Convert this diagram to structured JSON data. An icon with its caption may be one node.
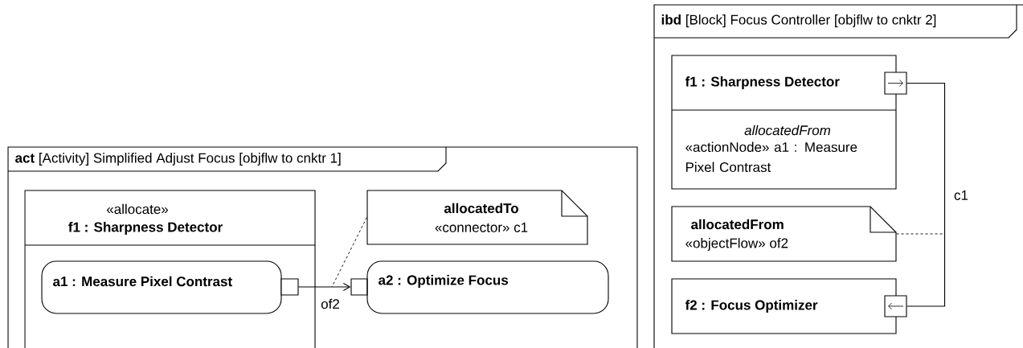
{
  "diagram": {
    "nodes": [
      {
        "text": [
          "**act** [Activity] Simplified Adjust Focus [objflw to cnktr 1]"
        ]
      },
      {
        "text": [
          "«allocate»",
          "f1 : Sharpness Detector"
        ],
        "in": 0
      },
      {
        "text": [
          "a1 : Measure Pixel Contrast"
        ],
        "in": 1
      },
      {
        "text": [],
        "shape": "box",
        "in": 1
      },
      {
        "text": [],
        "shape": "box",
        "in": 0
      },
      {
        "text": [
          "a2 : Optimize Focus"
        ],
        "in": 0
      },
      {
        "text": [
          "allocatedTo",
          "«connector» c1"
        ],
        "in": 0
      },
      {
        "text": [
          "**ibd** [Block] Focus Controller [objflw to cnktr 2]"
        ]
      },
      {
        "text": [
          "f1 : Sharpness Detector",
          "allocatedFrom",
          "«actionNode» a1 : Measure Pixel Contrast"
        ],
        "in": 7
      },
      {
        "text": [],
        "shape": "box",
        "in": 7
      },
      {
        "text": [
          "allocatedFrom",
          "«objectFlow» of2"
        ],
        "in": 7
      },
      {
        "text": [
          "f2 : Focus Optimizer"
        ],
        "in": 7
      },
      {
        "text": [],
        "shape": "box",
        "in": 7
      }
    ],
    "edges": [
      {
        "from": 3,
        "to": 4,
        "arrow": "to",
        "label": "of2"
      },
      {
        "from": 6,
        "to": null,
        "arrow": "none",
        "style": "dashed"
      },
      {
        "from": 9,
        "to": 12,
        "arrow": "none",
        "label": "c1"
      },
      {
        "from": 10,
        "to": null,
        "arrow": "none",
        "style": "dashed"
      }
    ]
  }
}
